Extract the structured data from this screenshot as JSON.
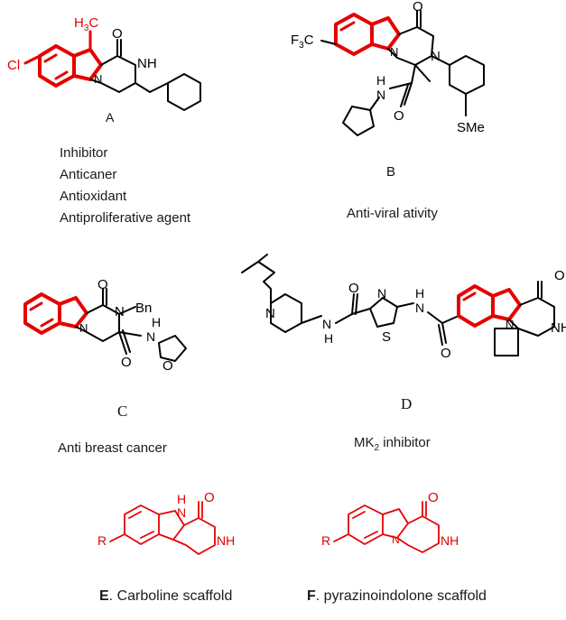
{
  "compounds": {
    "A": {
      "letter": "A",
      "activities": [
        "Inhibitor",
        "Anticaner",
        "Antioxidant",
        "Antiproliferative agent"
      ],
      "atoms": {
        "h3c": "H3C",
        "cl": "Cl",
        "o": "O",
        "nh": "NH",
        "n": "N"
      }
    },
    "B": {
      "letter": "B",
      "caption": "Anti-viral ativity",
      "atoms": {
        "cf3": "F3C",
        "o1": "O",
        "o2": "O",
        "n1": "N",
        "n2": "N",
        "n3": "N",
        "h": "H",
        "sme": "SMe"
      }
    },
    "C": {
      "letter": "C",
      "caption": "Anti breast cancer",
      "atoms": {
        "o1": "O",
        "o2": "O",
        "bn": "Bn",
        "n1": "N",
        "n2": "N",
        "n3": "N",
        "h": "H",
        "o3": "O"
      }
    },
    "D": {
      "letter": "D",
      "caption_main": "MK",
      "caption_sub": "2",
      "caption_tail": " inhibitor",
      "atoms": {
        "n1": "N",
        "n2": "N",
        "h1": "H",
        "n3": "N",
        "s": "S",
        "n4": "N",
        "h2": "H",
        "o1": "O",
        "o2": "O",
        "n5": "N",
        "o3": "O",
        "nh": "NH"
      }
    },
    "E": {
      "bold": "E",
      "caption": ". Carboline scaffold",
      "atoms": {
        "r": "R",
        "n": "N",
        "h": "H",
        "o": "O",
        "nh": "NH"
      }
    },
    "F": {
      "bold": "F",
      "caption": ". pyrazinoindolone scaffold",
      "atoms": {
        "r": "R",
        "n": "N",
        "o": "O",
        "nh": "NH"
      }
    }
  },
  "colors": {
    "highlight": "#e60000",
    "bond": "#000000"
  }
}
